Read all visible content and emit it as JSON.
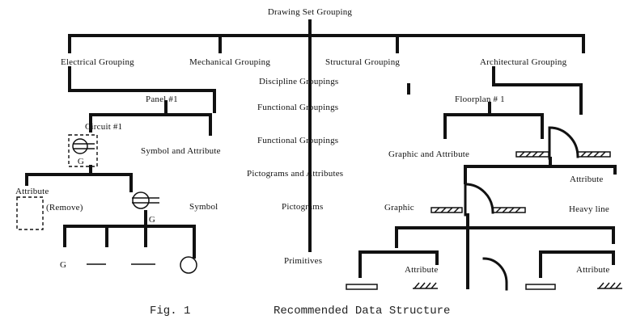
{
  "labels": {
    "root": "Drawing Set Grouping",
    "electrical": "Electrical Grouping",
    "mechanical": "Mechanical Grouping",
    "structural": "Structural Grouping",
    "architectural": "Architectural Grouping",
    "discipline_groupings": "Discipline Groupings",
    "functional_groupings_1": "Functional Groupings",
    "functional_groupings_2": "Functional Groupings",
    "pictograms_and_attributes": "Pictograms and Attributes",
    "pictograms": "Pictograms",
    "primitives": "Primitives",
    "panel": "Panel #1",
    "circuit": "Circuit #1",
    "symbol_and_attribute": "Symbol and Attribute",
    "attribute_left": "Attribute",
    "remove": "(Remove)",
    "symbol": "Symbol",
    "g_in_box": "G",
    "g_under_symbol": "G",
    "g_primitive": "G",
    "floorplan": "Floorplan # 1",
    "graphic_and_attribute": "Graphic and Attribute",
    "attribute_arch": "Attribute",
    "graphic": "Graphic",
    "heavy_line": "Heavy line",
    "attribute_bottom_1": "Attribute",
    "attribute_bottom_2": "Attribute"
  },
  "caption": {
    "fig": "Fig. 1",
    "title": "Recommended Data Structure"
  }
}
